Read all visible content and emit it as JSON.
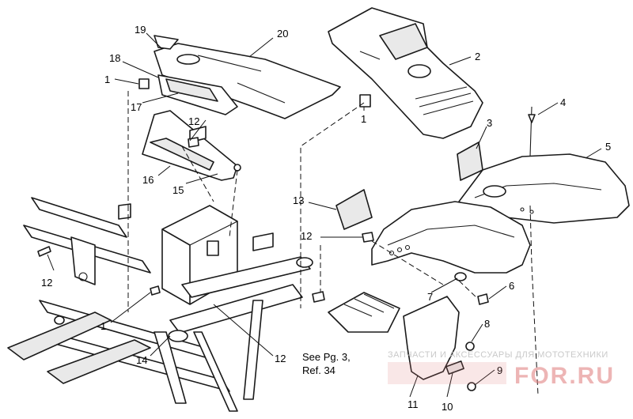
{
  "callouts": {
    "c19": "19",
    "c20": "20",
    "c18": "18",
    "c1a": "1",
    "c17": "17",
    "c12a": "12",
    "c16": "16",
    "c15": "15",
    "c2": "2",
    "c1b": "1",
    "c4": "4",
    "c3": "3",
    "c5": "5",
    "c13": "13",
    "c12b": "12",
    "c6": "6",
    "c7": "7",
    "c8": "8",
    "c9": "9",
    "c10": "10",
    "c11": "11",
    "c12c": "12",
    "c1c": "1",
    "c14": "14",
    "c12d": "12"
  },
  "note": {
    "line1": "See Pg. 3,",
    "line2": "Ref. 34"
  },
  "watermark": {
    "top": "ЗАПЧАСТИ И АКСЕССУАРЫ ДЛЯ МОТОТЕХНИКИ",
    "main": "FOR.RU"
  }
}
